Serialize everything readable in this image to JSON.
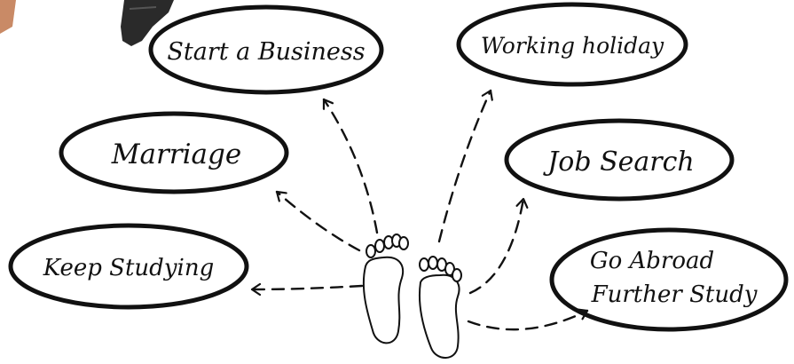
{
  "options": {
    "start_business": "Start a Business",
    "working_holiday": "Working holiday",
    "marriage": "Marriage",
    "job_search": "Job Search",
    "keep_studying": "Keep Studying",
    "abroad_line1": "Go Abroad",
    "abroad_line2": "Further Study"
  },
  "colors": {
    "ink": "#111111",
    "paper": "#ffffff",
    "shoe": "#2a2a2a",
    "skin": "#c98a66"
  },
  "icons": [
    "footprints-icon",
    "dashed-arrow-icon",
    "shoe-icon"
  ]
}
